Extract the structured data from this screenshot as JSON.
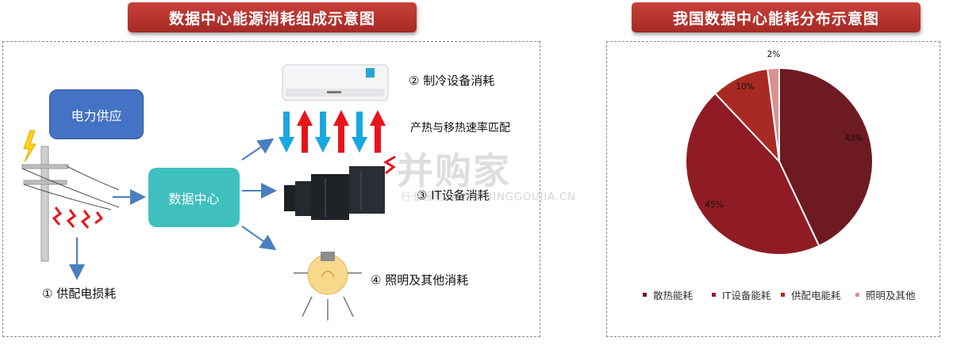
{
  "left_title": "数据中心能源消耗组成示意图",
  "right_title": "我国数据中心能耗分布示意图",
  "diagram": {
    "power_supply": "电力供应",
    "data_center": "数据中心",
    "cooling": "② 制冷设备消耗",
    "heat_match": "产热与移热速率匹配",
    "it_equipment": "③ IT设备消耗",
    "lighting": "④ 照明及其他消耗",
    "distribution_loss": "① 供配电损耗"
  },
  "colors": {
    "title_bar": "#b3322c",
    "power_box": "#4472c4",
    "dc_box": "#3fbfbe",
    "arrow_blue": "#4a7fbf",
    "cold_arrow": "#1aa7e0",
    "hot_arrow": "#e8131b"
  },
  "watermark": {
    "main": "并购家",
    "sub": "行业报告 WWW.BINGGOUJIA.CN"
  },
  "chart_data": {
    "type": "pie",
    "title": "",
    "slices": [
      {
        "label": "散热能耗",
        "value": 43,
        "display": "43%",
        "color": "#6e1a22"
      },
      {
        "label": "IT设备能耗",
        "value": 45,
        "display": "45%",
        "color": "#8f1c24"
      },
      {
        "label": "供配电能耗",
        "value": 10,
        "display": "10%",
        "color": "#a92a24"
      },
      {
        "label": "照明及其他",
        "value": 2,
        "display": "2%",
        "color": "#d9908e"
      }
    ],
    "legend_position": "bottom"
  }
}
